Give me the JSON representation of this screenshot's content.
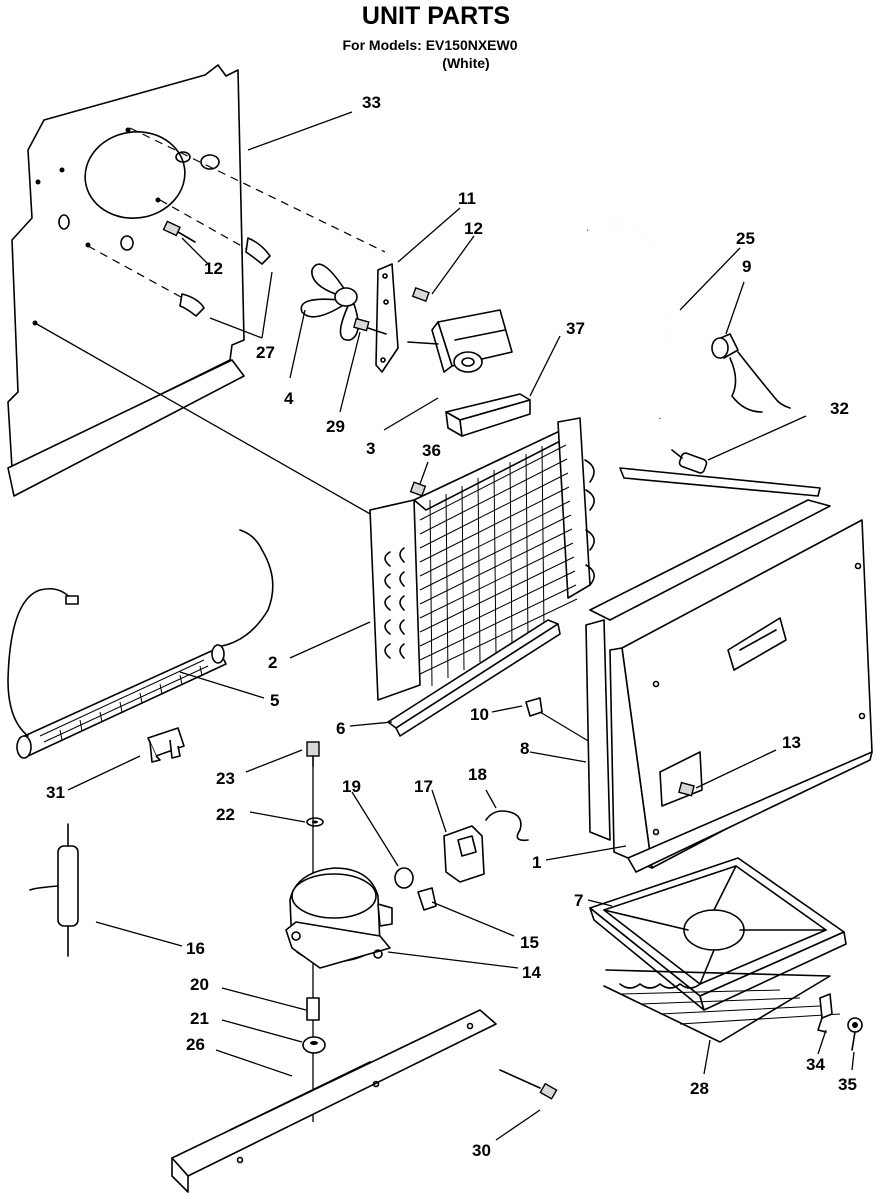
{
  "header": {
    "title": "UNIT PARTS",
    "models_line": "For Models: EV150NXEW0",
    "color_line": "(White)"
  },
  "callouts": [
    "33",
    "11",
    "12",
    "12",
    "27",
    "4",
    "29",
    "3",
    "37",
    "25",
    "9",
    "32",
    "36",
    "2",
    "5",
    "6",
    "10",
    "8",
    "13",
    "31",
    "23",
    "22",
    "19",
    "17",
    "18",
    "1",
    "7",
    "16",
    "15",
    "14",
    "20",
    "21",
    "26",
    "28",
    "34",
    "35",
    "30"
  ]
}
